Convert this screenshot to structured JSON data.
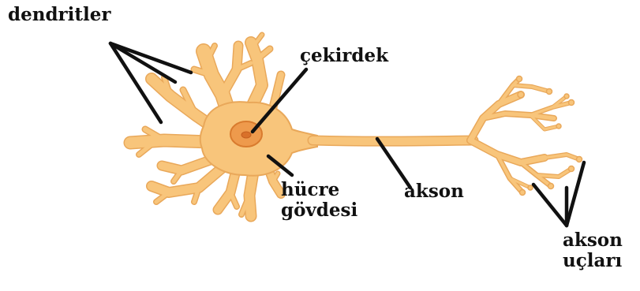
{
  "labels": {
    "dendrites": "dendritler",
    "nucleus": "çekirdek",
    "cell_body_line1": "hücre",
    "cell_body_line2": "gövdesi",
    "axon": "akson",
    "axon_terminals_line1": "akson",
    "axon_terminals_line2": "uçları"
  },
  "colors": {
    "cell_fill": "#F8C57B",
    "cell_stroke": "#E9A85A",
    "nucleus_fill": "#EE9A4C",
    "nucleus_stroke": "#D97B2E",
    "nucleolus": "#D9712A",
    "pointer_line": "#111111",
    "label_text": "#111111"
  }
}
